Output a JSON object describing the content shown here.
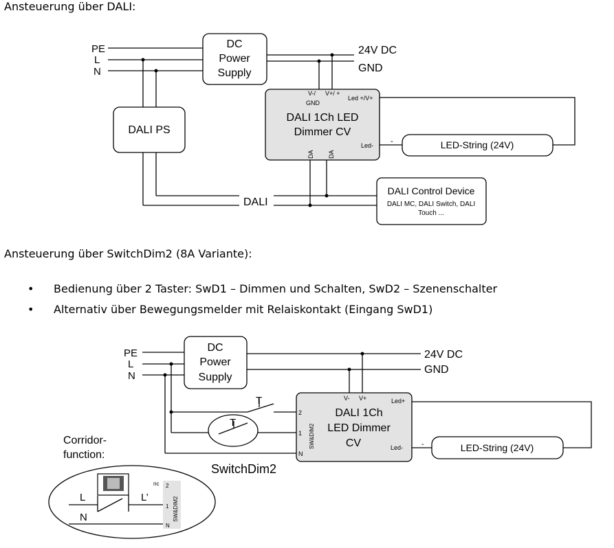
{
  "section1": {
    "heading": "Ansteuerung über DALI:",
    "mains": {
      "pe": "PE",
      "l": "L",
      "n": "N"
    },
    "psu": {
      "line1": "DC",
      "line2": "Power",
      "line3": "Supply"
    },
    "supply": {
      "dc": "24V DC",
      "gnd": "GND"
    },
    "dali_ps": "DALI PS",
    "dimmer": {
      "line1": "DALI 1Ch LED",
      "line2": "Dimmer CV",
      "pin_v_minus": "V-/",
      "pin_gnd": "GND",
      "pin_v_plus": "V+/ +",
      "pin_led_plus": "Led +/V+",
      "pin_led_minus": "Led-",
      "pin_da1": "DA",
      "pin_da2": "DA"
    },
    "led_string": {
      "label": "LED-String (24V)",
      "minus": "-"
    },
    "dali_bus": "DALI",
    "control": {
      "title": "DALI Control Device",
      "line2": "DALI MC, DALI Switch, DALI",
      "line3": "Touch ..."
    }
  },
  "section2": {
    "heading": "Ansteuerung über SwitchDim2 (8A Variante):",
    "bullets": [
      "Bedienung über 2 Taster: SwD1 – Dimmen und Schalten, SwD2 – Szenenschalter",
      "Alternativ über Bewegungsmelder mit Relaiskontakt (Eingang SwD1)"
    ],
    "mains": {
      "pe": "PE",
      "l": "L",
      "n": "N"
    },
    "psu": {
      "line1": "DC",
      "line2": "Power",
      "line3": "Supply"
    },
    "supply": {
      "dc": "24V DC",
      "gnd": "GND"
    },
    "dimmer": {
      "line1": "DALI 1Ch",
      "line2": "LED Dimmer",
      "line3": "CV",
      "pin_v_minus": "V-",
      "pin_v_plus": "V+",
      "pin_led_plus": "Led+",
      "pin_led_minus": "Led-",
      "pin_2": "2",
      "pin_1": "1",
      "pin_n": "N",
      "side_label": "SW&DIM2"
    },
    "led_string": {
      "label": "LED-String (24V)",
      "minus": "-"
    },
    "switchdim_label": "SwitchDim2",
    "taster_symbol": "T",
    "corridor": {
      "title1": "Corridor-",
      "title2": "function:",
      "l": "L",
      "l_prime": "L’",
      "n": "N",
      "nc": "nc",
      "pin_2": "2",
      "pin_1": "1",
      "pin_n": "N",
      "side_label": "SW&DIM2"
    }
  }
}
